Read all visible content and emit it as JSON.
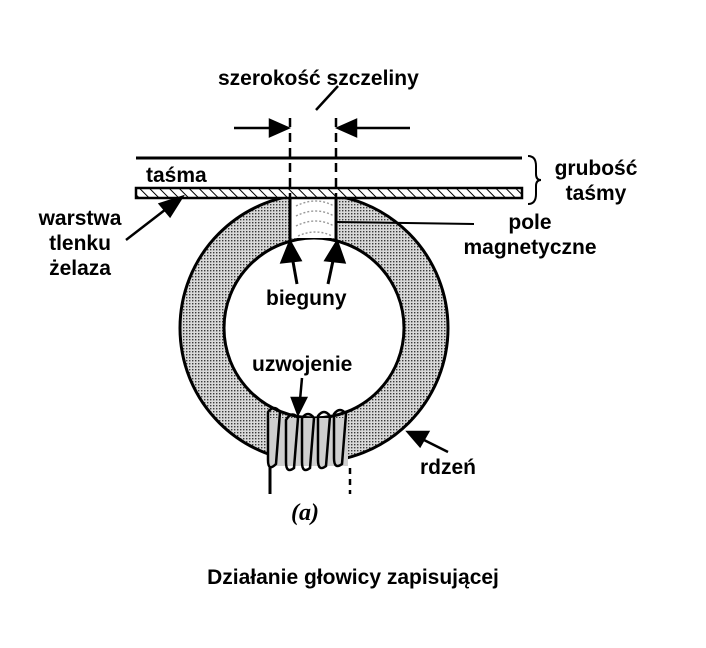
{
  "labels": {
    "gap_width": "szerokość szczeliny",
    "tape": "taśma",
    "tape_thickness_line1": "grubość",
    "tape_thickness_line2": "taśmy",
    "oxide_layer_line1": "warstwa",
    "oxide_layer_line2": "tlenku",
    "oxide_layer_line3": "żelaza",
    "magnetic_field_line1": "pole",
    "magnetic_field_line2": "magnetyczne",
    "poles": "bieguny",
    "winding": "uzwojenie",
    "core": "rdzeń",
    "figure_tag": "(a)"
  },
  "caption": "Działanie głowicy zapisującej",
  "colors": {
    "ink": "#000000",
    "core_fill": "#b5b5b5",
    "background": "#ffffff"
  }
}
